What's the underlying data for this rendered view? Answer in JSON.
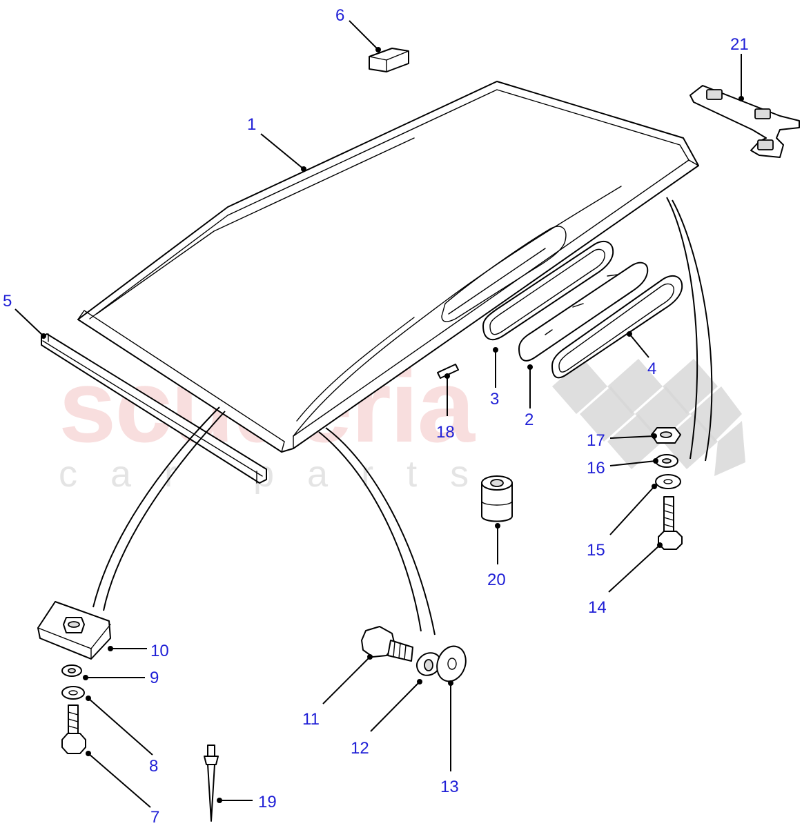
{
  "watermark": {
    "brand": "scuderia",
    "tagline": "car parts"
  },
  "callouts": [
    {
      "id": "c1",
      "number": "1"
    },
    {
      "id": "c2",
      "number": "2"
    },
    {
      "id": "c3",
      "number": "3"
    },
    {
      "id": "c4",
      "number": "4"
    },
    {
      "id": "c5",
      "number": "5"
    },
    {
      "id": "c6",
      "number": "6"
    },
    {
      "id": "c7",
      "number": "7"
    },
    {
      "id": "c8",
      "number": "8"
    },
    {
      "id": "c9",
      "number": "9"
    },
    {
      "id": "c10",
      "number": "10"
    },
    {
      "id": "c11",
      "number": "11"
    },
    {
      "id": "c12",
      "number": "12"
    },
    {
      "id": "c13",
      "number": "13"
    },
    {
      "id": "c14",
      "number": "14"
    },
    {
      "id": "c15",
      "number": "15"
    },
    {
      "id": "c16",
      "number": "16"
    },
    {
      "id": "c17",
      "number": "17"
    },
    {
      "id": "c18",
      "number": "18"
    },
    {
      "id": "c19",
      "number": "19"
    },
    {
      "id": "c20",
      "number": "20"
    },
    {
      "id": "c21",
      "number": "21"
    }
  ],
  "colors": {
    "callout_text": "#1f1fd6",
    "line": "#000000",
    "watermark_brand": "#f3c4c4",
    "watermark_tagline": "#e4e4e4"
  }
}
